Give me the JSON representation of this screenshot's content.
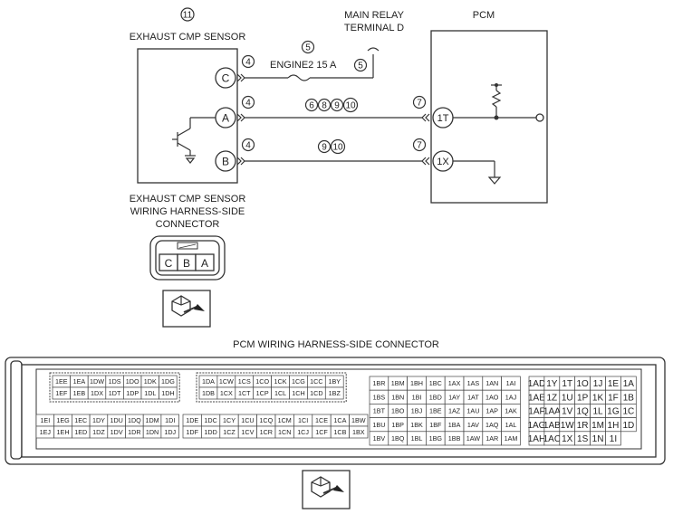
{
  "labels": {
    "ref_sensor": "11",
    "exhaust_cmp_sensor": "EXHAUST CMP SENSOR",
    "main_relay_line1": "MAIN RELAY",
    "main_relay_line2": "TERMINAL D",
    "pcm": "PCM",
    "fuse_ref_top": "5",
    "fuse_ref_right": "5",
    "fuse": "ENGINE2 15 A",
    "harness_line1": "EXHAUST CMP SENSOR",
    "harness_line2": "WIRING HARNESS-SIDE",
    "harness_line3": "CONNECTOR",
    "pcm_connector": "PCM WIRING HARNESS-SIDE CONNECTOR"
  },
  "sensor_pins": [
    {
      "pin": "C",
      "ref": "4"
    },
    {
      "pin": "A",
      "ref": "4"
    },
    {
      "pin": "B",
      "ref": "4"
    }
  ],
  "pcm_pins": [
    {
      "pin": "1T",
      "ref": "7"
    },
    {
      "pin": "1X",
      "ref": "7"
    }
  ],
  "wire_refs": {
    "a_wire": [
      "6",
      "8",
      "9",
      "10"
    ],
    "b_wire": [
      "9",
      "10"
    ]
  },
  "sensor_connector_cells": [
    "C",
    "B",
    "A"
  ],
  "pcm_blocks": [
    {
      "rows": [
        [
          "1EE",
          "1EA",
          "1DW",
          "1DS",
          "1DO",
          "1DK",
          "1DG"
        ],
        [
          "1EF",
          "1EB",
          "1DX",
          "1DT",
          "1DP",
          "1DL",
          "1DH"
        ]
      ]
    },
    {
      "rows": [
        [
          "1DA",
          "1CW",
          "1CS",
          "1CO",
          "1CK",
          "1CG",
          "1CC",
          "1BY"
        ],
        [
          "1DB",
          "1CX",
          "1CT",
          "1CP",
          "1CL",
          "1CH",
          "1CD",
          "1BZ"
        ]
      ]
    },
    {
      "rows": [
        [
          "1EI",
          "1EG",
          "1EC",
          "1DY",
          "1DU",
          "1DQ",
          "1DM",
          "1DI"
        ],
        [
          "1EJ",
          "1EH",
          "1ED",
          "1DZ",
          "1DV",
          "1DR",
          "1DN",
          "1DJ"
        ]
      ]
    },
    {
      "rows": [
        [
          "1DE",
          "1DC",
          "1CY",
          "1CU",
          "1CQ",
          "1CM",
          "1CI",
          "1CE",
          "1CA",
          "1BW"
        ],
        [
          "1DF",
          "1DD",
          "1CZ",
          "1CV",
          "1CR",
          "1CN",
          "1CJ",
          "1CF",
          "1CB",
          "1BX"
        ]
      ]
    },
    {
      "rows": [
        [
          "1BR",
          "1BM",
          "1BH",
          "1BC",
          "1AX",
          "1AS",
          "1AN",
          "1AI"
        ],
        [
          "1BS",
          "1BN",
          "1BI",
          "1BD",
          "1AY",
          "1AT",
          "1AO",
          "1AJ"
        ],
        [
          "1BT",
          "1BO",
          "1BJ",
          "1BE",
          "1AZ",
          "1AU",
          "1AP",
          "1AK"
        ],
        [
          "1BU",
          "1BP",
          "1BK",
          "1BF",
          "1BA",
          "1AV",
          "1AQ",
          "1AL"
        ],
        [
          "1BV",
          "1BQ",
          "1BL",
          "1BG",
          "1BB",
          "1AW",
          "1AR",
          "1AM"
        ]
      ]
    },
    {
      "rows": [
        [
          "1AD",
          "1Y",
          "1T",
          "1O",
          "1J",
          "1E",
          "1A"
        ],
        [
          "1AE",
          "1Z",
          "1U",
          "1P",
          "1K",
          "1F",
          "1B"
        ],
        [
          "1AF",
          "1AA",
          "1V",
          "1Q",
          "1L",
          "1G",
          "1C"
        ],
        [
          "1AG",
          "1AB",
          "1W",
          "1R",
          "1M",
          "1H",
          "1D"
        ],
        [
          "1AH",
          "1AC",
          "1X",
          "1S",
          "1N",
          "1I"
        ]
      ]
    }
  ]
}
